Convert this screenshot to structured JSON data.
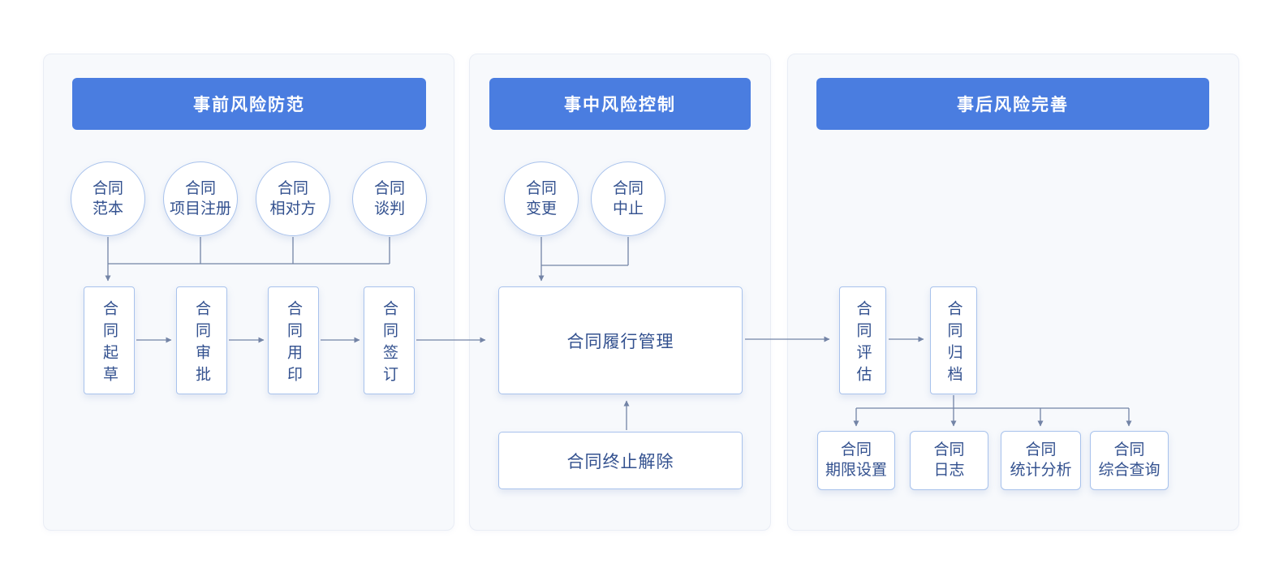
{
  "panels": [
    {
      "header": "事前风险防范",
      "circles": [
        {
          "label": "合同\n范本"
        },
        {
          "label": "合同\n项目注册"
        },
        {
          "label": "合同\n相对方"
        },
        {
          "label": "合同\n谈判"
        }
      ],
      "step_boxes": [
        {
          "label": "合同起草"
        },
        {
          "label": "合同审批"
        },
        {
          "label": "合同用印"
        },
        {
          "label": "合同签订"
        }
      ]
    },
    {
      "header": "事中风险控制",
      "circles": [
        {
          "label": "合同\n变更"
        },
        {
          "label": "合同\n中止"
        }
      ],
      "main_box": "合同履行管理",
      "secondary_box": "合同终止解除"
    },
    {
      "header": "事后风险完善",
      "step_boxes": [
        {
          "label": "合同评估"
        },
        {
          "label": "合同归档"
        }
      ],
      "bottom_boxes": [
        {
          "label": "合同\n期限设置"
        },
        {
          "label": "合同\n日志"
        },
        {
          "label": "合同\n统计分析"
        },
        {
          "label": "合同\n综合查询"
        }
      ]
    }
  ],
  "colors": {
    "banner_blue": "#4a7de0",
    "node_border": "#a8c2ec",
    "node_text": "#33518f",
    "connector": "#7384a6",
    "panel_bg": "#f7f9fc",
    "panel_border": "#e9edf5"
  }
}
